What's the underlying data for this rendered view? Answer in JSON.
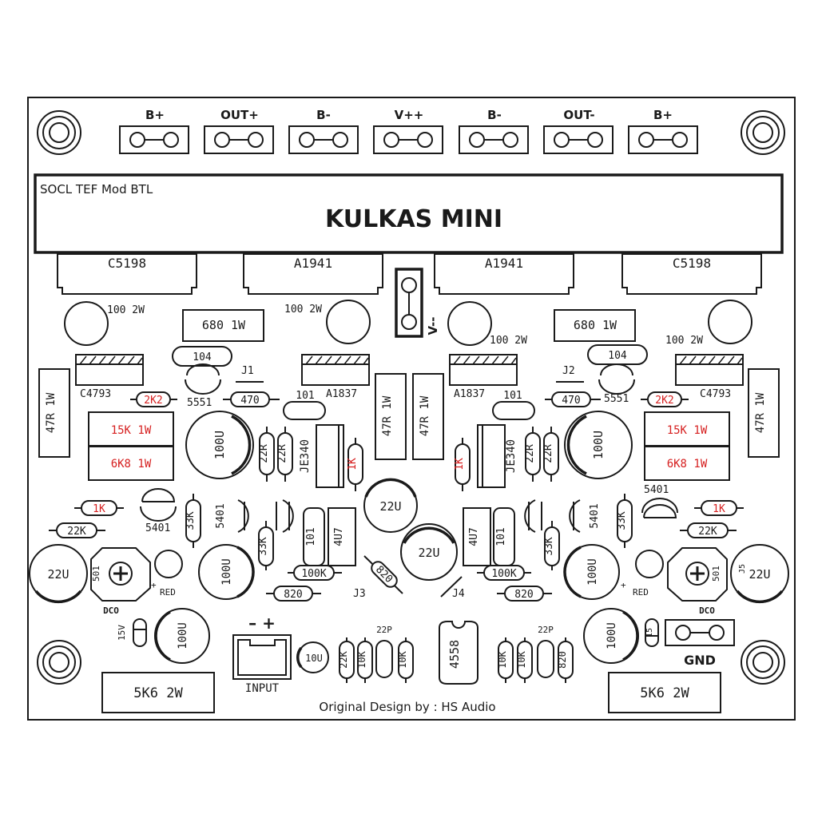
{
  "colors": {
    "ink": "#1a1a1a",
    "red_label": "#d62020",
    "paper": "#ffffff"
  },
  "header": {
    "subtitle": "SOCL TEF Mod BTL",
    "title": "KULKAS MINI",
    "credit": "Original Design by : HS Audio"
  },
  "terminals": [
    "B+",
    "OUT+",
    "B-",
    "V++",
    "B-",
    "OUT-",
    "B+"
  ],
  "mount_hole_icons": [
    "mount-hole-icon",
    "mount-hole-icon",
    "mount-hole-icon",
    "mount-hole-icon"
  ],
  "transistors": [
    "C5198",
    "A1941",
    "A1941",
    "C5198"
  ],
  "drivers": {
    "l_small": "C4793",
    "l_big": "A1837",
    "r_big": "A1837",
    "r_small": "C4793"
  },
  "jumper_label": "V--",
  "pots": {
    "label": "501",
    "dco": "DCO",
    "red": "RED"
  },
  "gnd_label": "GND",
  "left": {
    "r100_2w_a": "100 2W",
    "r100_2w_b": "100 2W",
    "r680": "680 1W",
    "c104": "104",
    "q5551": "5551",
    "j1": "J1",
    "r470": "470",
    "c101": "101",
    "r2k2": "2K2",
    "r47r": "47R 1W",
    "r47r_2": "47R 1W",
    "r15k": "15K 1W",
    "r6k8": "6K8 1W",
    "c100u": "100U",
    "r22r_a": "22R",
    "r22r_b": "22R",
    "je340": "JE340",
    "r1k_v": "1K",
    "r1k_h": "1K",
    "r22k": "22K",
    "q5401_a": "5401",
    "r33k_a": "33K",
    "q5401_b": "5401",
    "r33k_b": "33K",
    "c101_v": "101",
    "c4u7": "4U7",
    "r100k": "100K",
    "r820": "820",
    "c22u_mid": "22U",
    "c22u_left": "22U",
    "c100u_b": "100U",
    "z15v": "15V",
    "c100u_c": "100U",
    "r5k6": "5K6 2W",
    "j3": "J3",
    "r820_diag": "820"
  },
  "right": {
    "r100_2w_a": "100 2W",
    "r100_2w_b": "100 2W",
    "r680": "680 1W",
    "c104": "104",
    "q5551": "5551",
    "j2": "J2",
    "r470": "470",
    "c101": "101",
    "r2k2": "2K2",
    "r47r": "47R 1W",
    "r47r_2": "47R 1W",
    "r15k": "15K 1W",
    "r6k8": "6K8 1W",
    "c100u": "100U",
    "r22r_a": "22R",
    "r22r_b": "22R",
    "je340": "JE340",
    "r1k_v": "1K",
    "r1k_h": "1K",
    "r22k": "22K",
    "q5401_a": "5401",
    "r33k_a": "33K",
    "q5401_b": "5401",
    "r33k_b": "33K",
    "c101_v": "101",
    "c4u7": "4U7",
    "r100k": "100K",
    "r820": "820",
    "c22u_mid": "22U",
    "c22u_right": "22U",
    "c100u_b": "100U",
    "z15": "15",
    "c100u_c": "100U",
    "r5k6": "5K6 2W",
    "j4": "J4",
    "j5": "J5"
  },
  "input": {
    "label": "INPUT",
    "polarity": "– +",
    "c10u": "10U",
    "r22k": "22K",
    "r10k_a": "10K",
    "c22p_l": "22P",
    "r10k_b": "10K",
    "ic": "4558",
    "r10k_c": "10K",
    "r10k_d": "10K",
    "c22p_r": "22P",
    "r820": "820"
  }
}
